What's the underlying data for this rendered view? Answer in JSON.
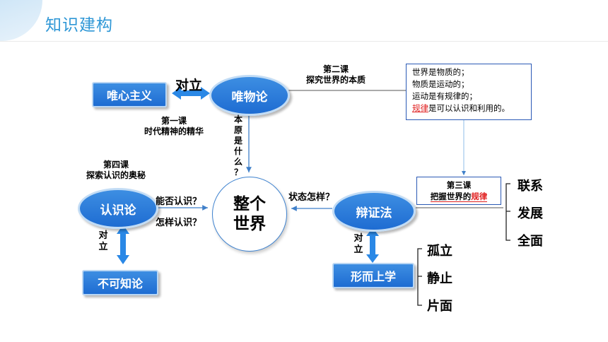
{
  "header": {
    "title": "知识建构"
  },
  "nodes": {
    "materialism": "唯物论",
    "idealism": "唯心主义",
    "epistemology": "认识论",
    "agnosticism": "不可知论",
    "dialectics": "辩证法",
    "metaphysics": "形而上学",
    "world": "整个世界"
  },
  "labels": {
    "opposition_top": "对立",
    "opposition_left_1": "对",
    "opposition_left_2": "立",
    "opposition_right_1": "对",
    "opposition_right_2": "立",
    "lesson1_a": "第一课",
    "lesson1_b": "时代精神的精华",
    "lesson2_a": "第二课",
    "lesson2_b": "探究世界的本质",
    "lesson4_a": "第四课",
    "lesson4_b": "探索认识的奥秘",
    "lesson3_a": "第三课",
    "lesson3_b_pre": "把握世界的",
    "lesson3_b_hl": "规律",
    "origin_q": [
      "本",
      "原",
      "是",
      "什",
      "么",
      "？"
    ],
    "can_know": "能否认识？",
    "how_know": "怎样认识？",
    "state_q": "状态怎样？",
    "world_line1": "整个",
    "world_line2": "世界"
  },
  "info_box": {
    "line1": "世界是物质的；",
    "line2": "物质是运动的；",
    "line3": "运动是有规律的；",
    "line4_hl": "规律",
    "line4_rest": "是可以认识和利用的。"
  },
  "dialectics_features": [
    "联系",
    "发展",
    "全面"
  ],
  "metaphysics_features": [
    "孤立",
    "静止",
    "片面"
  ],
  "colors": {
    "title": "#2f97d6",
    "node_fill": "#2a7fe0",
    "arrow": "#2a7fe0",
    "highlight": "#e02020",
    "circle_border": "#3f83d0"
  }
}
